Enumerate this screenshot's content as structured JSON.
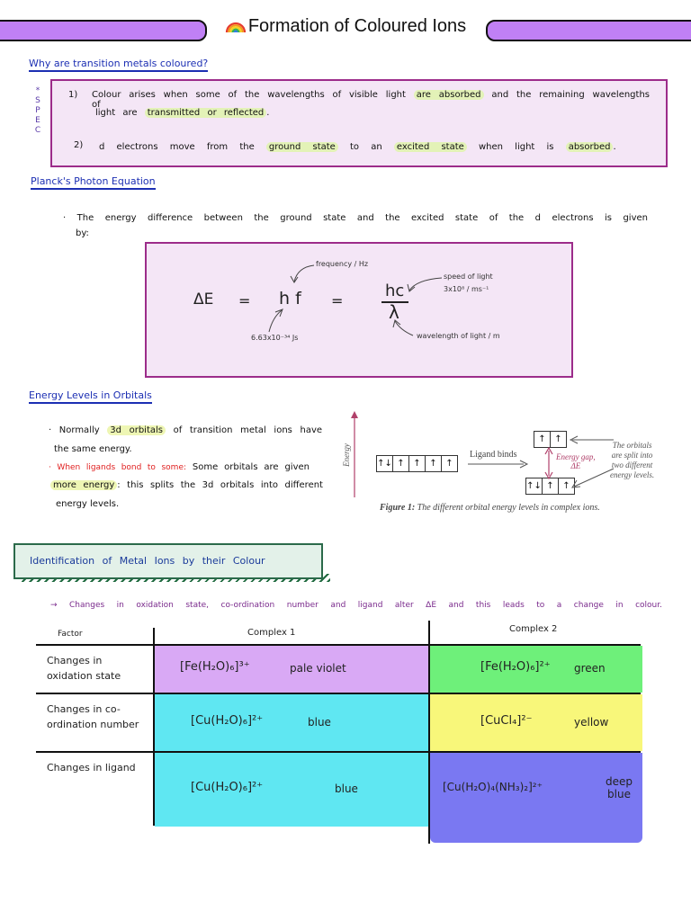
{
  "header": {
    "title": "Formation of Coloured Ions",
    "icon": "rainbow-icon"
  },
  "section_why": {
    "heading": "Why are transition metals coloured?",
    "spec_letters": [
      "*",
      "S",
      "P",
      "E",
      "C"
    ],
    "point1_num": "1)",
    "point1_a": "Colour arises when some of the wavelengths of visible light ",
    "point1_b": "are absorbed",
    "point1_c": " and the remaining wavelengths of",
    "point1_d": "light are ",
    "point1_e": "transmitted or reflected",
    "point1_f": ".",
    "point2_num": "2)",
    "point2_a": "d electrons move from the ",
    "point2_b": "ground state",
    "point2_c": " to an ",
    "point2_d": "excited state",
    "point2_e": " when light is ",
    "point2_f": "absorbed",
    "point2_g": "."
  },
  "section_planck": {
    "heading": "Planck's Photon Equation",
    "bullet": "· The energy difference between the ground state and the excited state of the d electrons is given",
    "bullet_cont": "by:",
    "eq_lhs": "ΔE",
    "eq_eq1": "=",
    "eq_hf": "h f",
    "eq_eq2": "=",
    "eq_hc": "hc",
    "eq_lambda": "λ",
    "note_freq": "frequency / Hz",
    "note_h": "6.63x10⁻³⁴ Js",
    "note_c1": "speed of light",
    "note_c2": "3x10⁸ / ms⁻¹",
    "note_lambda": "wavelength of light / m"
  },
  "section_levels": {
    "heading": "Energy Levels in Orbitals",
    "b1_a": "· Normally ",
    "b1_b": "3d orbitals",
    "b1_c": " of transition metal ions have",
    "b1_d": "the same energy.",
    "b2_red": "· When ligands bond to some:",
    "b2_a": " Some orbitals are given",
    "b2_b": "more energy",
    "b2_c": ": this splits the 3d orbitals into different",
    "b2_d": "energy levels."
  },
  "figure": {
    "energy_label": "Energy",
    "ligand_binds": "Ligand binds",
    "gap_label_1": "Energy gap,",
    "gap_label_2": "ΔE",
    "split_1": "The orbitals",
    "split_2": "are split into",
    "split_3": "two different",
    "split_4": "energy levels.",
    "caption_bold": "Figure 1:",
    "caption": " The different orbital energy levels in complex ions.",
    "left_orbitals": [
      "↑↓",
      "↑",
      "↑",
      "↑",
      "↑"
    ],
    "upper_orbitals": [
      "↑",
      "↑"
    ],
    "lower_orbitals": [
      "↑↓",
      "↑",
      "↑"
    ]
  },
  "identification": {
    "heading": "Identification of Metal Ions by their Colour",
    "intro": "→ Changes in oxidation state, co-ordination number and ligand alter ΔE and this leads to a change in colour."
  },
  "table": {
    "col_factor": "Factor",
    "col_c1": "Complex 1",
    "col_c2": "Complex 2",
    "rows": [
      {
        "factor": "Changes in oxidation state",
        "c1": "[Fe(H₂O)₆]³⁺",
        "c1_colour": "pale violet",
        "c2": "[Fe(H₂O)₆]²⁺",
        "c2_colour": "green",
        "c1_bg": "#d9a9f5",
        "c2_bg": "#6ef07a"
      },
      {
        "factor": "Changes in co-ordination number",
        "c1": "[Cu(H₂O)₆]²⁺",
        "c1_colour": "blue",
        "c2": "[CuCl₄]²⁻",
        "c2_colour": "yellow",
        "c1_bg": "#5fe7f2",
        "c2_bg": "#f8f77a"
      },
      {
        "factor": "Changes in ligand",
        "c1": "[Cu(H₂O)₆]²⁺",
        "c1_colour": "blue",
        "c2": "[Cu(H₂O)₄(NH₃)₂]²⁺",
        "c2_colour": "deep blue",
        "c1_bg": "#5fe7f2",
        "c2_bg": "#7a78f2"
      }
    ]
  },
  "colors": {
    "accent_purple": "#c080f5",
    "heading_blue": "#1c2fb3",
    "box_border": "#9c2c8a",
    "box_fill": "#f4e6f6"
  }
}
